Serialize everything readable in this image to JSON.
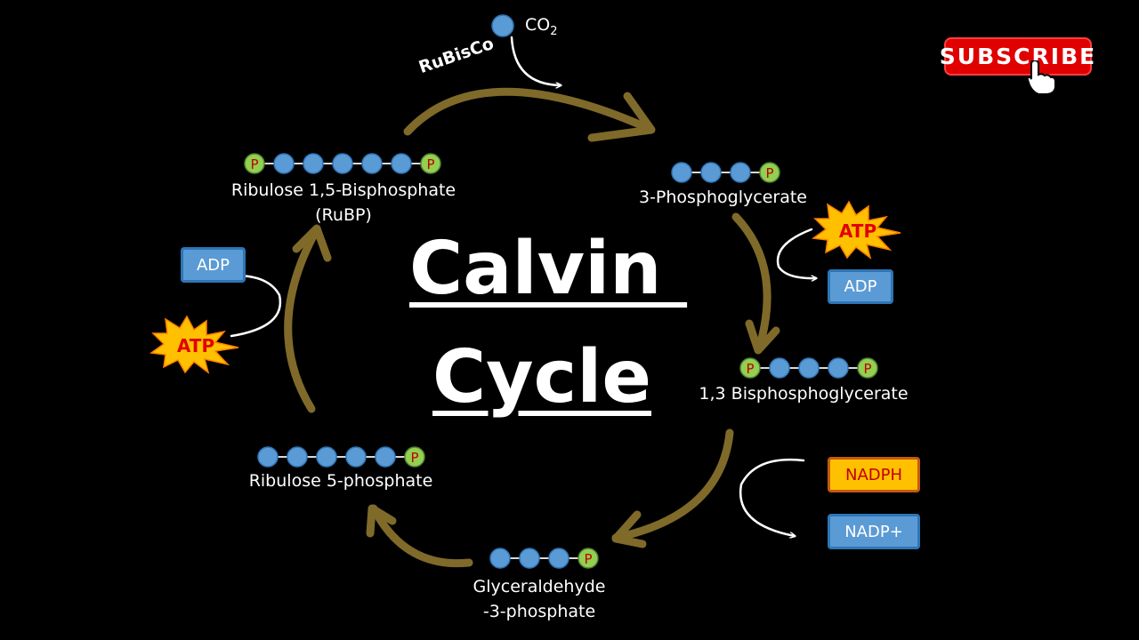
{
  "title": {
    "line1": "Calvin ",
    "line2": "Cycle"
  },
  "enzyme": "RuBisCo",
  "co2": {
    "main": "CO",
    "subscript": "2"
  },
  "molecules": {
    "rubp": {
      "line1": "Ribulose 1,5-Bisphosphate",
      "line2": "(RuBP)"
    },
    "pga": "3-Phosphoglycerate",
    "bpg": "1,3 Bisphosphoglycerate",
    "g3p": {
      "line1": "Glyceraldehyde",
      "line2": "-3-phosphate"
    },
    "ru5p": "Ribulose  5-phosphate"
  },
  "energy": {
    "atp_right": "ATP",
    "adp_right": "ADP",
    "atp_left": "ATP",
    "adp_left": "ADP",
    "nadph": "NADPH",
    "nadp": "NADP+"
  },
  "phosphate_label": "P",
  "subscribe_label": "SUBSCRIBE",
  "colors": {
    "background": "#000000",
    "carbon": "#5b9bd5",
    "phosphate": "#92d050",
    "phosphate_text": "#c00000",
    "cycle_arrow": "#7f6a2a",
    "burst_fill": "#ffc000",
    "burst_text": "#e00000",
    "subscribe": "#e00000"
  },
  "icons": [
    "subscribe-hand-cursor-icon",
    "atp-burst-icon",
    "co2-molecule-icon"
  ]
}
